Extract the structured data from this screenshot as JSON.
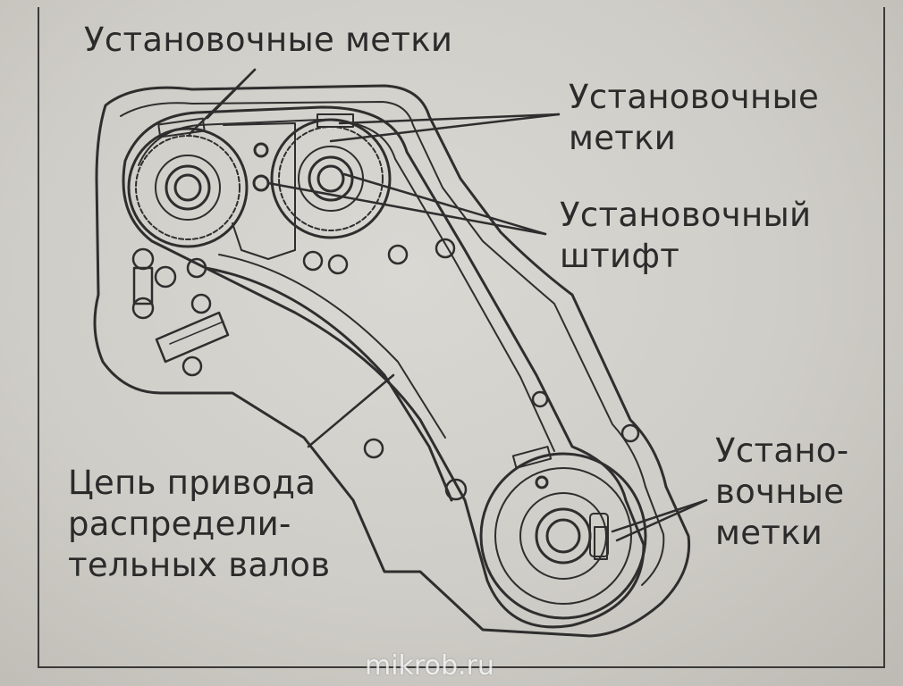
{
  "labels": {
    "top_left": "Установочные метки",
    "top_right": [
      "Установочные",
      "метки"
    ],
    "pin": [
      "Установочный",
      "штифт"
    ],
    "bottom_right": [
      "Устано-",
      "вочные",
      "метки"
    ],
    "chain": [
      "Цепь привода",
      "распредели-",
      "тельных валов"
    ]
  },
  "watermark": "mikrob.ru"
}
